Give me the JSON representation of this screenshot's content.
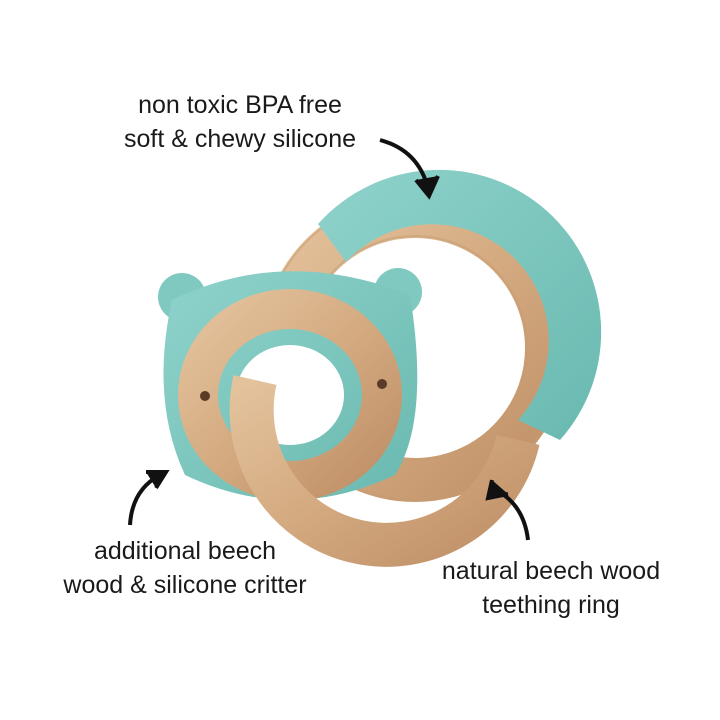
{
  "callouts": {
    "top": {
      "line1": "non toxic BPA free",
      "line2": "soft & chewy silicone"
    },
    "left": {
      "line1": "additional beech",
      "line2": "wood & silicone critter"
    },
    "right": {
      "line1": "natural beech wood",
      "line2": "teething ring"
    }
  },
  "colors": {
    "silicone": "#7fc9c1",
    "silicone_shadow": "#5fb2aa",
    "wood": "#d9b38c",
    "wood_dark": "#b88b62",
    "text": "#1a1a1a"
  }
}
